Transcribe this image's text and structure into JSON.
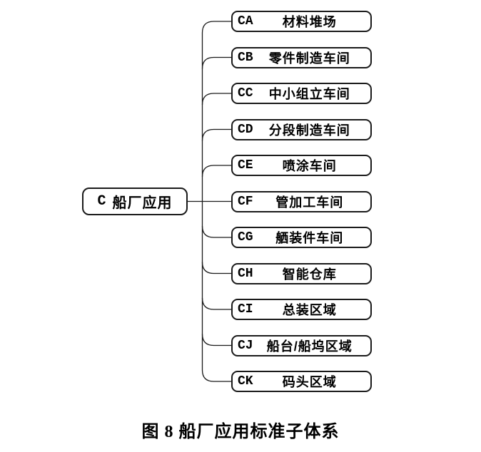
{
  "root": {
    "code": "C",
    "label": "船厂应用"
  },
  "children": [
    {
      "code": "CA",
      "label": "材料堆场"
    },
    {
      "code": "CB",
      "label": "零件制造车间"
    },
    {
      "code": "CC",
      "label": "中小组立车间"
    },
    {
      "code": "CD",
      "label": "分段制造车间"
    },
    {
      "code": "CE",
      "label": "喷涂车间"
    },
    {
      "code": "CF",
      "label": "管加工车间"
    },
    {
      "code": "CG",
      "label": "舾装件车间"
    },
    {
      "code": "CH",
      "label": "智能仓库"
    },
    {
      "code": "CI",
      "label": "总装区域"
    },
    {
      "code": "CJ",
      "label": "船台/船坞区域"
    },
    {
      "code": "CK",
      "label": "码头区域"
    }
  ],
  "caption": "图 8 船厂应用标准子体系",
  "colors": {
    "line": "#1a1a1a",
    "box_border": "#1a1a1a",
    "box_fill": "#ffffff",
    "text": "#000000",
    "background": "#ffffff"
  }
}
